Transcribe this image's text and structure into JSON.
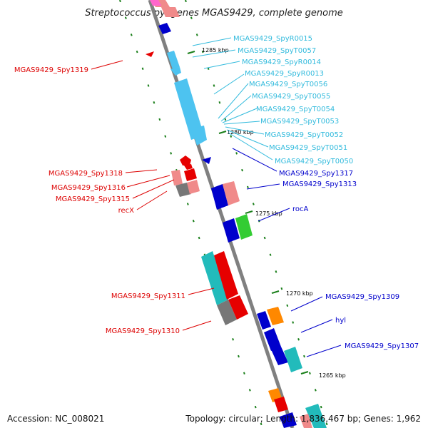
{
  "title": "Streptococcus pyogenes MGAS9429, complete genome",
  "footer": {
    "accession": "Accession: NC_008021",
    "summary": "Topology: circular; Length: 1,836,467 bp; Genes: 1,962"
  },
  "colors": {
    "backbone": "#808080",
    "tick": "#1a7f1a",
    "cds_forward": "#e60000",
    "cds_forward_light": "#f08a8a",
    "cds_reverse": "#0000cc",
    "trna": "#4dc3f0",
    "rrna": "#22bbbb",
    "other_green": "#33cc33",
    "other_orange": "#ff8800",
    "other_grey": "#777777",
    "label_red": "#dd0000",
    "label_blue": "#0000cc",
    "label_cyan": "#33bbdd"
  },
  "scale_labels": [
    "1285 kbp",
    "1280 kbp",
    "1275 kbp",
    "1270 kbp",
    "1265 kbp"
  ],
  "labels": {
    "left_red": [
      "MGAS9429_Spy1319",
      "MGAS9429_Spy1318",
      "MGAS9429_Spy1316",
      "MGAS9429_Spy1315",
      "recX",
      "MGAS9429_Spy1311",
      "MGAS9429_Spy1310"
    ],
    "right_cyan": [
      "MGAS9429_SpyR0015",
      "MGAS9429_SpyT0057",
      "MGAS9429_SpyR0014",
      "MGAS9429_SpyR0013",
      "MGAS9429_SpyT0056",
      "MGAS9429_SpyT0055",
      "MGAS9429_SpyT0054",
      "MGAS9429_SpyT0053",
      "MGAS9429_SpyT0052",
      "MGAS9429_SpyT0051",
      "MGAS9429_SpyT0050"
    ],
    "right_blue": [
      "MGAS9429_Spy1317",
      "MGAS9429_Spy1313",
      "rocA",
      "MGAS9429_Spy1309",
      "hyl",
      "MGAS9429_Spy1307"
    ]
  }
}
